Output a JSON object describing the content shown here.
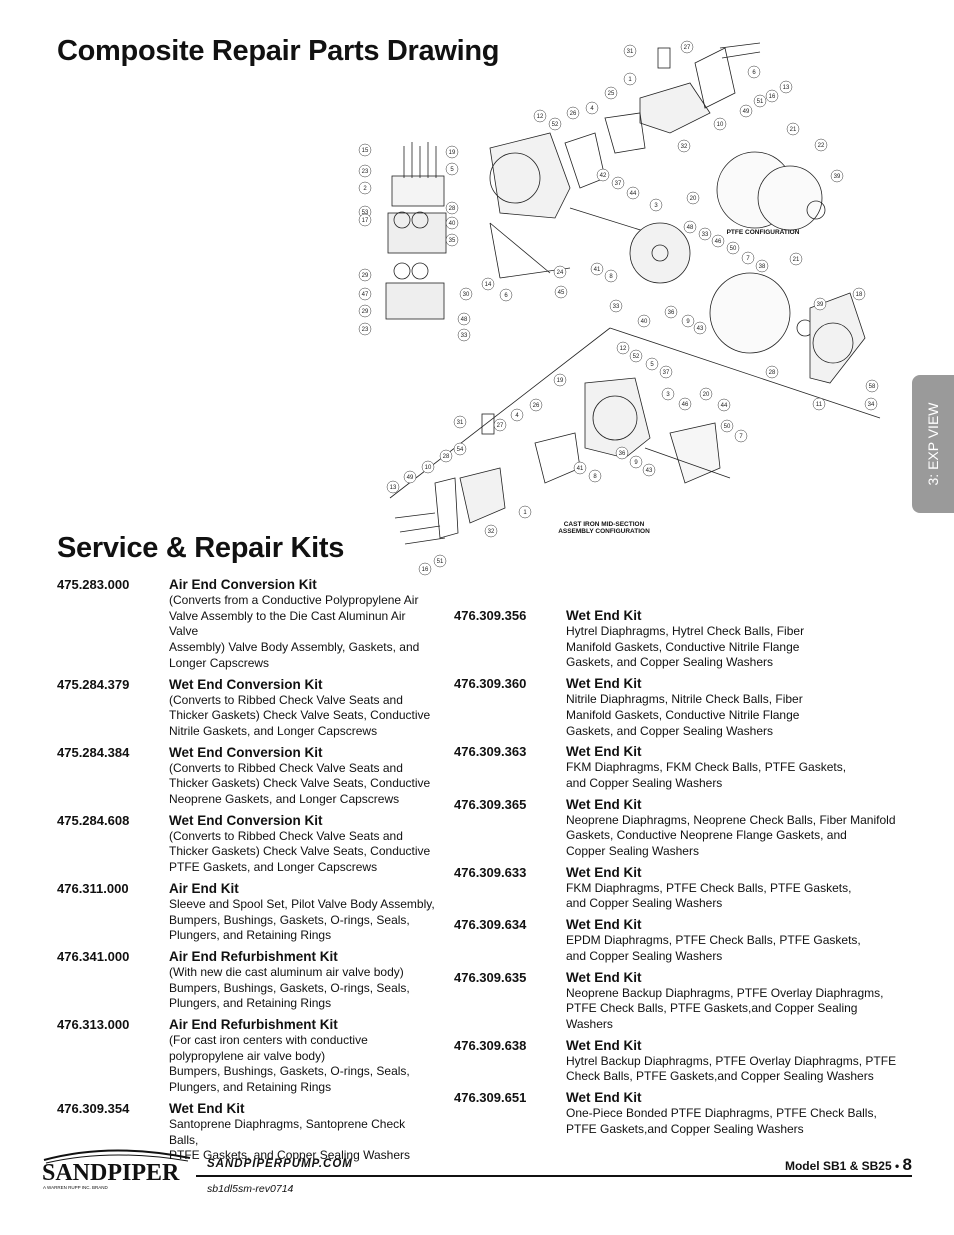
{
  "titles": {
    "drawing": "Composite Repair Parts Drawing",
    "kits": "Service & Repair Kits"
  },
  "diagram": {
    "ptfe_label": "PTFE CONFIGURATION",
    "cast_iron_label_line1": "CAST IRON MID-SECTION",
    "cast_iron_label_line2": "ASSEMBLY CONFIGURATION"
  },
  "side_tab": "3: EXP VIEW",
  "kits_left": [
    {
      "pn": "475.283.000",
      "title": "Air End Conversion Kit",
      "desc": "(Converts from a Conductive Polypropylene Air\nValve Assembly to the Die Cast Aluminun Air Valve\nAssembly) Valve Body Assembly, Gaskets, and\nLonger Capscrews"
    },
    {
      "pn": "475.284.379",
      "title": "Wet End Conversion Kit",
      "desc": "(Converts to Ribbed Check Valve Seats and\nThicker Gaskets) Check Valve Seats, Conductive\nNitrile Gaskets, and Longer Capscrews"
    },
    {
      "pn": "475.284.384",
      "title": "Wet End Conversion Kit",
      "desc": "(Converts to Ribbed Check Valve Seats and\nThicker Gaskets) Check Valve Seats, Conductive\nNeoprene Gaskets, and Longer Capscrews"
    },
    {
      "pn": "475.284.608",
      "title": "Wet End Conversion Kit",
      "desc": "(Converts to Ribbed Check Valve Seats and\nThicker Gaskets) Check Valve Seats, Conductive\nPTFE Gaskets, and Longer Capscrews"
    },
    {
      "pn": "476.311.000",
      "title": "Air End Kit",
      "desc": "Sleeve and Spool Set, Pilot Valve Body Assembly,\nBumpers, Bushings, Gaskets, O-rings,  Seals,\nPlungers, and Retaining Rings"
    },
    {
      "pn": "476.341.000",
      "title": "Air End Refurbishment Kit",
      "desc": "(With new die cast aluminum air valve body)\nBumpers, Bushings, Gaskets, O-rings,  Seals,\nPlungers, and Retaining Rings"
    },
    {
      "pn": "476.313.000",
      "title": "Air End Refurbishment Kit",
      "desc": "(For cast iron centers with conductive\npolypropylene air valve body)\nBumpers, Bushings, Gaskets, O-rings,  Seals,\nPlungers, and Retaining Rings"
    },
    {
      "pn": "476.309.354",
      "title": "Wet End Kit",
      "desc": "Santoprene Diaphragms, Santoprene Check Balls,\nPTFE Gaskets, and Copper Sealing Washers"
    }
  ],
  "kits_right": [
    {
      "pn": "476.309.356",
      "title": "Wet End Kit",
      "desc": "Hytrel Diaphragms, Hytrel Check Balls, Fiber\nManifold Gaskets, Conductive Nitrile Flange\nGaskets, and Copper Sealing Washers"
    },
    {
      "pn": "476.309.360",
      "title": "Wet End Kit",
      "desc": "Nitrile Diaphragms, Nitrile Check Balls, Fiber\nManifold Gaskets, Conductive Nitrile Flange\nGaskets, and Copper Sealing Washers"
    },
    {
      "pn": "476.309.363",
      "title": "Wet End Kit",
      "desc": "FKM Diaphragms, FKM Check Balls, PTFE Gaskets,\nand Copper Sealing Washers"
    },
    {
      "pn": "476.309.365",
      "title": "Wet End Kit",
      "desc": "Neoprene Diaphragms, Neoprene Check Balls, Fiber Manifold\nGaskets, Conductive Neoprene Flange Gaskets, and\nCopper Sealing Washers"
    },
    {
      "pn": "476.309.633",
      "title": "Wet End Kit",
      "desc": "FKM Diaphragms, PTFE Check Balls, PTFE Gaskets,\nand Copper Sealing Washers"
    },
    {
      "pn": "476.309.634",
      "title": "Wet End Kit",
      "desc": "EPDM Diaphragms, PTFE Check Balls, PTFE Gaskets,\nand Copper Sealing Washers"
    },
    {
      "pn": "476.309.635",
      "title": "Wet End Kit",
      "desc": "Neoprene Backup Diaphragms, PTFE Overlay Diaphragms,\nPTFE Check Balls, PTFE Gaskets,and Copper Sealing Washers"
    },
    {
      "pn": "476.309.638",
      "title": "Wet End Kit",
      "desc": "Hytrel Backup Diaphragms, PTFE Overlay Diaphragms, PTFE\nCheck Balls, PTFE Gaskets,and Copper Sealing Washers"
    },
    {
      "pn": "476.309.651",
      "title": "Wet End Kit",
      "desc": "One-Piece Bonded PTFE Diaphragms, PTFE Check Balls,\nPTFE Gaskets,and Copper Sealing Washers"
    }
  ],
  "footer": {
    "brand": "SANDPIPER",
    "brand_tag": "A WARREN RUPP INC. BRAND",
    "url": "SANDPIPERPUMP.COM",
    "doc_id": "sb1dl5sm-rev0714",
    "model": "Model SB1 & SB25 •",
    "page": "8"
  }
}
